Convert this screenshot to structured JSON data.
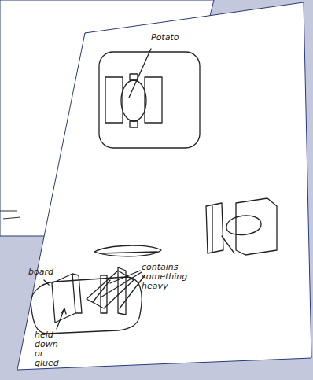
{
  "diagram": {
    "labels": [
      "Potato",
      "board",
      "contains something heavy",
      "held down or glued"
    ]
  }
}
